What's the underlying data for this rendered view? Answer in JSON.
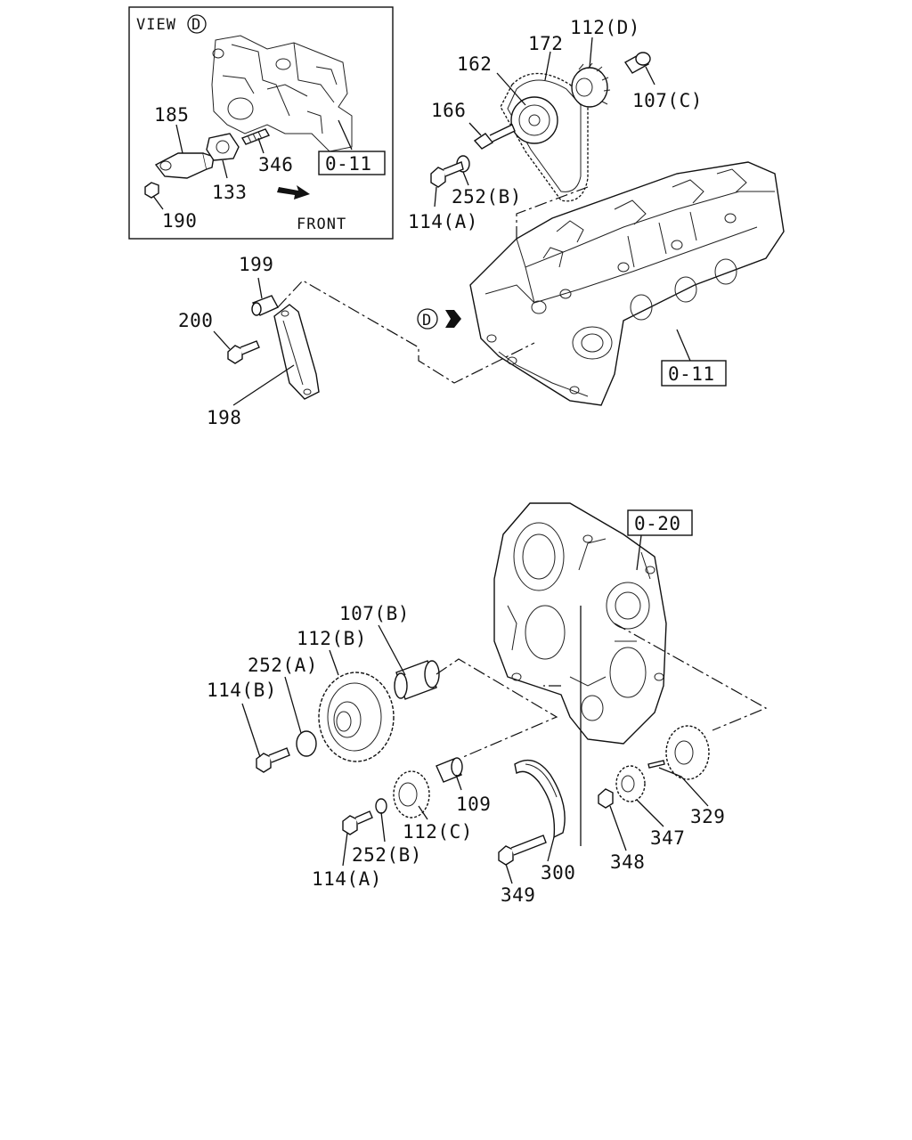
{
  "inset": {
    "view_text": "VIEW",
    "view_marker": "D",
    "front_text": "FRONT",
    "ref_box": "0-11",
    "labels": [
      "185",
      "346",
      "133",
      "190"
    ]
  },
  "upper": {
    "labels": [
      "112(D)",
      "172",
      "162",
      "107(C)",
      "166",
      "252(B)",
      "114(A)",
      "199",
      "200",
      "198"
    ],
    "view_marker": "D",
    "ref_box": "0-11"
  },
  "lower": {
    "ref_box": "0-20",
    "labels": [
      "107(B)",
      "112(B)",
      "252(A)",
      "114(B)",
      "109",
      "112(C)",
      "252(B)",
      "114(A)",
      "300",
      "349",
      "348",
      "347",
      "329"
    ]
  }
}
